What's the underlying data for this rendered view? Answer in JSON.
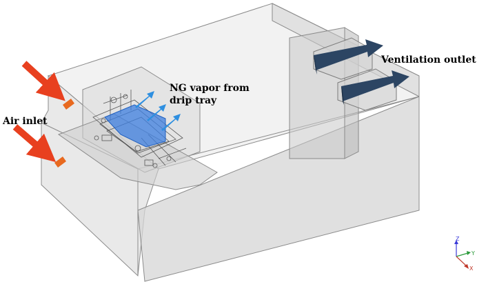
{
  "labels": {
    "air_inlet": "Air inlet",
    "ng_vapor_line1": "NG vapor from",
    "ng_vapor_line2": "drip tray",
    "ventilation_outlet": "Ventilation outlet"
  },
  "axes": {
    "z": "Z",
    "y": "Y",
    "x": "X"
  },
  "colors": {
    "air_arrow": "#e8401f",
    "inlet_opening": "#e8691f",
    "vapor_arrow": "#2e8fe0",
    "drip_tray": "#3d7fe0",
    "outlet_arrow": "#2c4563",
    "room_fill": "#bfbfbf",
    "edge": "#8a8a8a"
  }
}
